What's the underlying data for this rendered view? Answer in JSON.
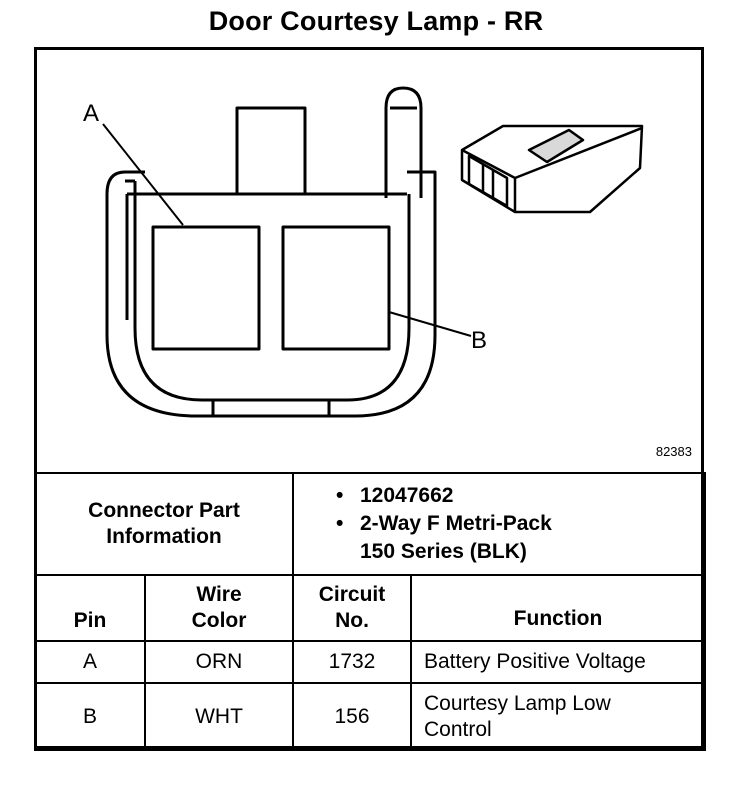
{
  "title": "Door Courtesy Lamp - RR",
  "diagram": {
    "label_a": "A",
    "label_b": "B",
    "reference_number": "82383"
  },
  "connector_info": {
    "label_line1": "Connector Part",
    "label_line2": "Information",
    "part_number": "12047662",
    "description_line1": "2-Way F Metri-Pack",
    "description_line2": "150 Series (BLK)",
    "bullet": "•"
  },
  "table": {
    "headers": {
      "pin": "Pin",
      "wire_color_line1": "Wire",
      "wire_color_line2": "Color",
      "circuit_line1": "Circuit",
      "circuit_line2": "No.",
      "function": "Function"
    },
    "rows": [
      {
        "pin": "A",
        "wire_color": "ORN",
        "circuit": "1732",
        "function_line1": "Battery Positive Voltage",
        "function_line2": ""
      },
      {
        "pin": "B",
        "wire_color": "WHT",
        "circuit": "156",
        "function_line1": "Courtesy Lamp Low",
        "function_line2": "Control"
      }
    ]
  }
}
